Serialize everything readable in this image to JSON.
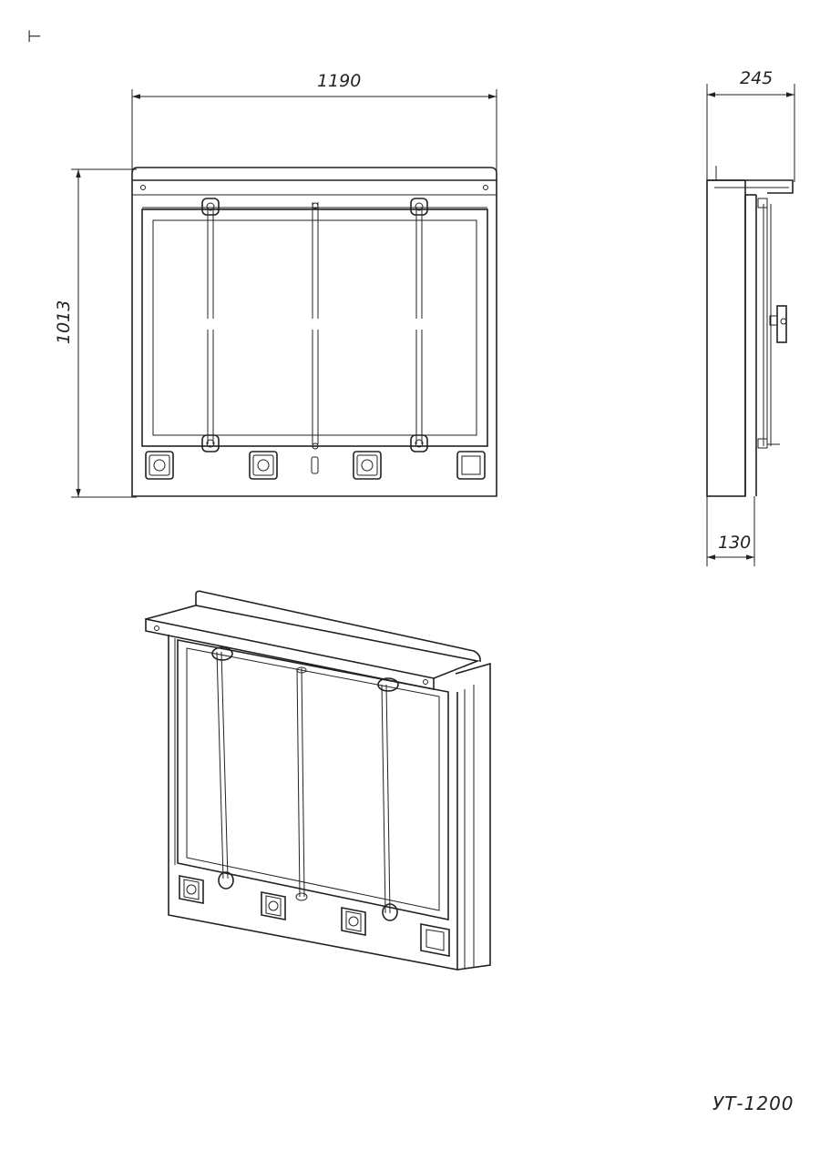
{
  "drawing": {
    "designation": "УТ-1200",
    "corner_mark": "⊢"
  },
  "front_view": {
    "width_dim": "1190",
    "height_dim": "1013",
    "outlet_count": 3
  },
  "side_view": {
    "depth_dim": "245",
    "mount_depth_dim": "130"
  },
  "isometric_view": {}
}
